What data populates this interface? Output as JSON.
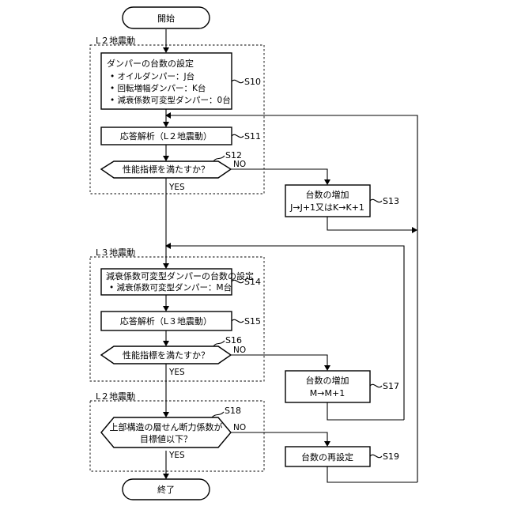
{
  "start": "開始",
  "end": "終了",
  "groups": {
    "g1": "L２地震動",
    "g2": "L３地震動",
    "g3": "L２地震動"
  },
  "s10": {
    "title": "ダンパーの台数の設定",
    "line1": "• オイルダンパー：J台",
    "line2": "• 回転増幅ダンパー：K台",
    "line3": "• 減衰係数可変型ダンパー：0台",
    "label": "S10"
  },
  "s11": {
    "text": "応答解析（L２地震動）",
    "label": "S11"
  },
  "s12": {
    "text": "性能指標を満たすか？",
    "label": "S12",
    "no": "NO",
    "yes": "YES"
  },
  "s13": {
    "title": "台数の増加",
    "formula": "J→J+1又はK→K+1",
    "label": "S13"
  },
  "s14": {
    "title": "減衰係数可変型ダンパーの台数の設定",
    "line1": "• 減衰係数可変型ダンパー：M台",
    "label": "S14"
  },
  "s15": {
    "text": "応答解析（L３地震動）",
    "label": "S15"
  },
  "s16": {
    "text": "性能指標を満たすか？",
    "label": "S16",
    "no": "NO",
    "yes": "YES"
  },
  "s17": {
    "title": "台数の増加",
    "formula": "M→M+1",
    "label": "S17"
  },
  "s18": {
    "line1": "上部構造の層せん断力係数が",
    "line2": "目標値以下？",
    "label": "S18",
    "no": "NO",
    "yes": "YES"
  },
  "s19": {
    "text": "台数の再設定",
    "label": "S19"
  }
}
